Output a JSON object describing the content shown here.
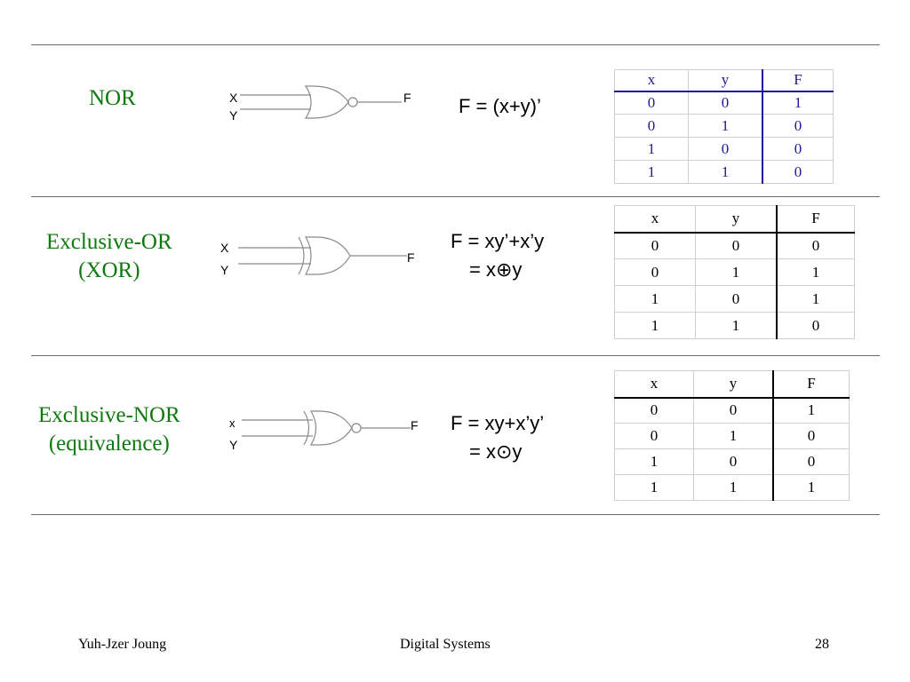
{
  "rows": {
    "nor": {
      "name_lines": [
        "NOR"
      ],
      "pin_a": "X",
      "pin_b": "Y",
      "pin_out": "F",
      "formula_lines": [
        "F = (x+y)’"
      ],
      "table": {
        "headers": [
          "x",
          "y",
          "F"
        ],
        "rows": [
          [
            "0",
            "0",
            "1"
          ],
          [
            "0",
            "1",
            "0"
          ],
          [
            "1",
            "0",
            "0"
          ],
          [
            "1",
            "1",
            "0"
          ]
        ]
      }
    },
    "xor": {
      "name_lines": [
        "Exclusive-OR",
        "(XOR)"
      ],
      "pin_a": "X",
      "pin_b": "Y",
      "pin_out": "F",
      "formula_lines": [
        "F = xy’+x’y",
        "= x⊕y"
      ],
      "table": {
        "headers": [
          "x",
          "y",
          "F"
        ],
        "rows": [
          [
            "0",
            "0",
            "0"
          ],
          [
            "0",
            "1",
            "1"
          ],
          [
            "1",
            "0",
            "1"
          ],
          [
            "1",
            "1",
            "0"
          ]
        ]
      }
    },
    "xnor": {
      "name_lines": [
        "Exclusive-NOR",
        "(equivalence)"
      ],
      "pin_a": "x",
      "pin_b": "Y",
      "pin_out": "F",
      "formula_lines": [
        "F = xy+x’y’",
        "= x⊙y"
      ],
      "table": {
        "headers": [
          "x",
          "y",
          "F"
        ],
        "rows": [
          [
            "0",
            "0",
            "1"
          ],
          [
            "0",
            "1",
            "0"
          ],
          [
            "1",
            "0",
            "0"
          ],
          [
            "1",
            "1",
            "1"
          ]
        ]
      }
    }
  },
  "footer": {
    "author": "Yuh-Jzer Joung",
    "course": "Digital Systems",
    "page": "28"
  }
}
